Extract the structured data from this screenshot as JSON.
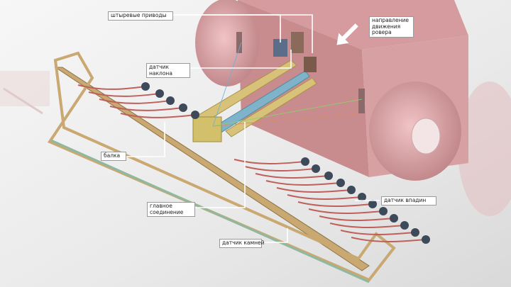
{
  "labels": {
    "pin_drives": "штыревые приводы",
    "tilt_sensor": "датчик наклона",
    "travel_direction": "направление движения ровера",
    "beam": "балка",
    "main_joint": "главное соединение",
    "pit_sensor": "датчик впадин",
    "stone_sensor": "датчик камней"
  },
  "colors": {
    "rover_body": "#d9a0a2",
    "rover_side": "#c88b8e",
    "wheel": "#d9a3a6",
    "frame_yellow": "#d8c27a",
    "frame_red": "#c0605a",
    "frame_green": "#8fb8a0",
    "frame_blue": "#7fb3c9",
    "leader_line": "#ffffff",
    "arrow": "#ffffff",
    "label_bg": "#ffffff"
  },
  "icons": [
    "direction-arrow-icon"
  ]
}
